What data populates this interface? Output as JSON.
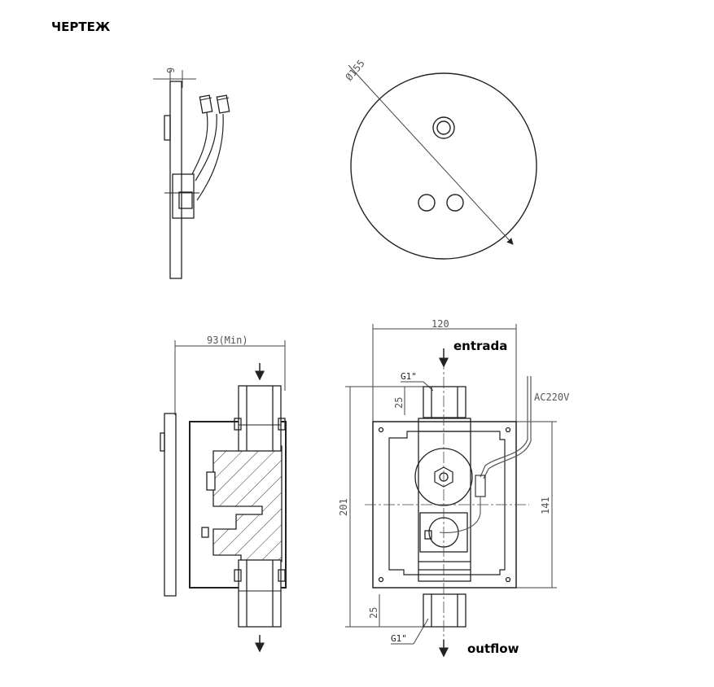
{
  "title": "ЧЕРТЕЖ",
  "labels": {
    "entrada": "entrada",
    "outflow": "outflow"
  },
  "dimensions": {
    "thickness": "9",
    "diameter": "Ø155",
    "depth_min": "93(Min)",
    "width": "120",
    "height_total": "201",
    "height_box": "141",
    "thread_top": "25",
    "thread_bottom": "25",
    "pipe_thread_top": "G1\"",
    "pipe_thread_bottom": "G1\"",
    "power": "AC220V"
  },
  "colors": {
    "line": "#222222",
    "dim_line": "#444444",
    "hatch": "#333333"
  }
}
